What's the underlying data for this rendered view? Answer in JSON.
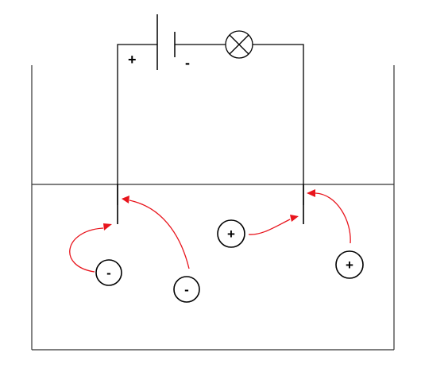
{
  "battery": {
    "positive_label": "+",
    "negative_label": "-"
  },
  "lamp": {
    "icon": "lamp-icon"
  },
  "ions": [
    {
      "charge": "-",
      "kind": "anion"
    },
    {
      "charge": "-",
      "kind": "anion"
    },
    {
      "charge": "+",
      "kind": "cation"
    },
    {
      "charge": "+",
      "kind": "cation"
    }
  ],
  "colors": {
    "arrow": "#e8141c",
    "line": "#000000"
  }
}
